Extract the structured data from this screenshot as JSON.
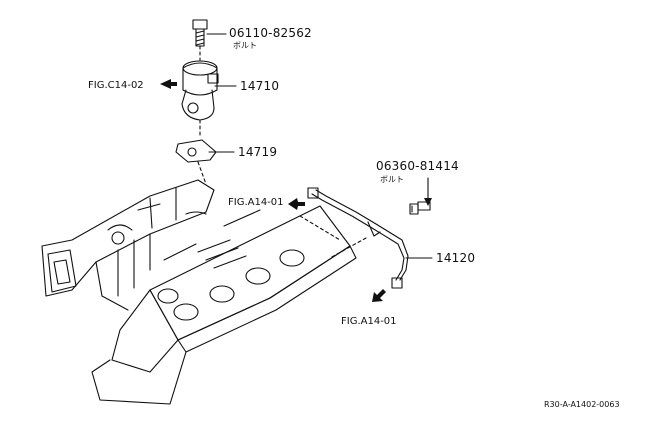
{
  "parts": {
    "bolt_upper": {
      "number": "06110-82562",
      "name": "ボルト"
    },
    "egr_valve": {
      "number": "14710"
    },
    "gasket": {
      "number": "14719"
    },
    "bolt_lower": {
      "number": "06360-81414",
      "name": "ボルト"
    },
    "egr_pipe": {
      "number": "14120"
    }
  },
  "figure_refs": [
    "FIG.C14-02",
    "FIG.A14-01",
    "FIG.A14-01"
  ],
  "diagram_code": "R30-A-A1402-0063",
  "colors": {
    "line": "#111111",
    "background": "#ffffff"
  }
}
